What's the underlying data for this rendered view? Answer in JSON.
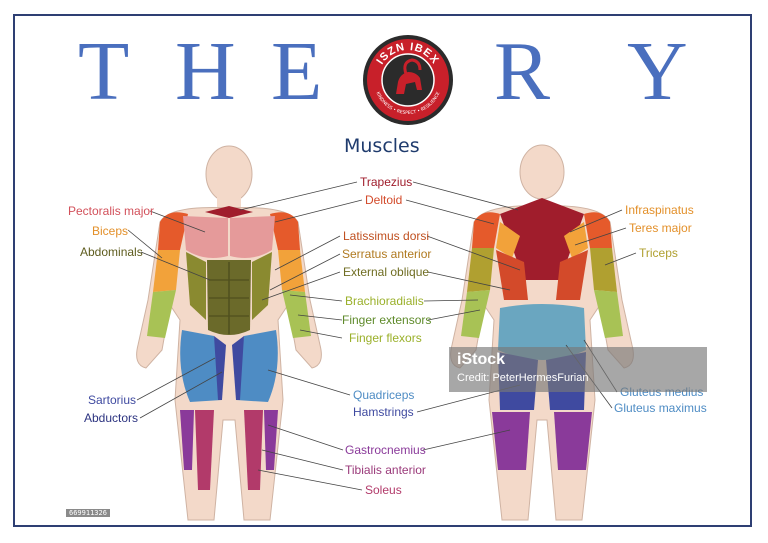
{
  "title": {
    "letters": [
      "T",
      "H",
      "E",
      "R",
      "Y"
    ]
  },
  "logo": {
    "top_text": "ISZN IBEX",
    "bottom_text": "KINDNESS • RESPECT • RESILIENCE",
    "colors": {
      "ring": "#c8202a",
      "inner": "#2b2b2b",
      "text": "#ffffff"
    }
  },
  "subtitle": "Muscles",
  "labels": {
    "pectoralis_major": "Pectoralis major",
    "biceps": "Biceps",
    "abdominals": "Abdominals",
    "trapezius": "Trapezius",
    "deltoid": "Deltoid",
    "latissimus_dorsi": "Latissimus dorsi",
    "serratus_anterior": "Serratus anterior",
    "external_oblique": "External oblique",
    "brachioradialis": "Brachioradialis",
    "finger_extensors": "Finger extensors",
    "finger_flexors": "Finger flexors",
    "infraspinatus": "Infraspinatus",
    "teres_major": "Teres major",
    "triceps": "Triceps",
    "sartorius": "Sartorius",
    "abductors": "Abductors",
    "quadriceps": "Quadriceps",
    "hamstrings": "Hamstrings",
    "gluteus_medius": "Gluteus medius",
    "gluteus_maximus": "Gluteus maximus",
    "gastrocnemius": "Gastrocnemius",
    "tibialis_anterior": "Tibialis anterior",
    "soleus": "Soleus"
  },
  "watermark": {
    "brand": "iStock",
    "credit": "Credit: PeterHermesFurian"
  },
  "stock_id": "669911326",
  "colors": {
    "title": "#4a6fbe",
    "frame": "#2e3f73",
    "skin": "#f3d9c9",
    "pectoralis": "#e59a9a",
    "trapezius": "#a01d2c",
    "deltoid": "#e55a2b",
    "biceps": "#f2a23a",
    "abdominals": "#6b6a2a",
    "oblique": "#8a8a30",
    "forearm": "#a8c255",
    "quadriceps": "#4e8cc4",
    "hamstrings": "#3f4aa0",
    "gluteus": "#6aa6c0",
    "calf": "#8a3a9a",
    "tibialis": "#b23a6a",
    "latissimus": "#d34a2a"
  }
}
